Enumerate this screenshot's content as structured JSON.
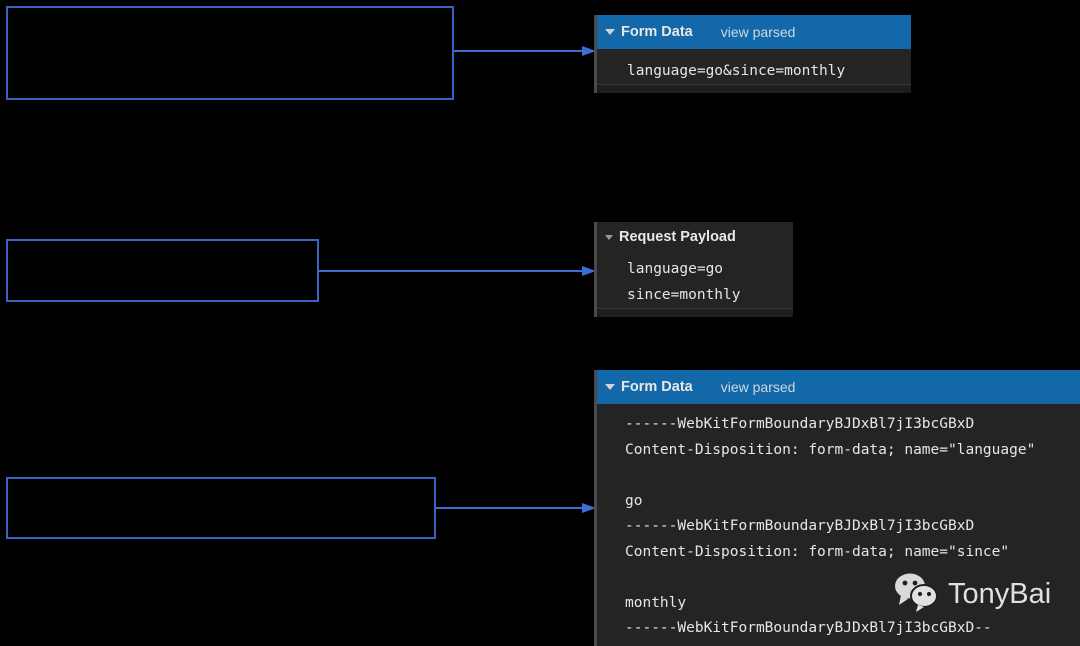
{
  "theme": {
    "background": "#000000",
    "annotation_border": "#3b63c4",
    "arrow_color": "#3b6fd4",
    "panel_background": "#242424",
    "panel_header_blue": "#1268a8",
    "panel_text": "#e6e6e6",
    "header_text": "#e8e8e8"
  },
  "annotations": {
    "boxes": [
      {
        "name": "highlight-box-urlencoded",
        "label": ""
      },
      {
        "name": "highlight-box-json",
        "label": ""
      },
      {
        "name": "highlight-box-multipart",
        "label": ""
      }
    ]
  },
  "panels": [
    {
      "id": "formdata-urlencoded",
      "title": "Form Data",
      "twisty": "triangle-down-icon",
      "action_label": "view parsed",
      "lines": [
        "language=go&since=monthly"
      ]
    },
    {
      "id": "request-payload",
      "title": "Request Payload",
      "twisty": "triangle-down-icon",
      "action_label": "",
      "lines": [
        "language=go",
        "since=monthly"
      ]
    },
    {
      "id": "formdata-multipart",
      "title": "Form Data",
      "twisty": "triangle-down-icon",
      "action_label": "view parsed",
      "lines": [
        "------WebKitFormBoundaryBJDxBl7jI3bcGBxD",
        "Content-Disposition: form-data; name=\"language\"",
        "",
        "go",
        "------WebKitFormBoundaryBJDxBl7jI3bcGBxD",
        "Content-Disposition: form-data; name=\"since\"",
        "",
        "monthly",
        "------WebKitFormBoundaryBJDxBl7jI3bcGBxD--"
      ]
    }
  ],
  "watermark": {
    "icon": "wechat-icon",
    "text": "TonyBai"
  }
}
